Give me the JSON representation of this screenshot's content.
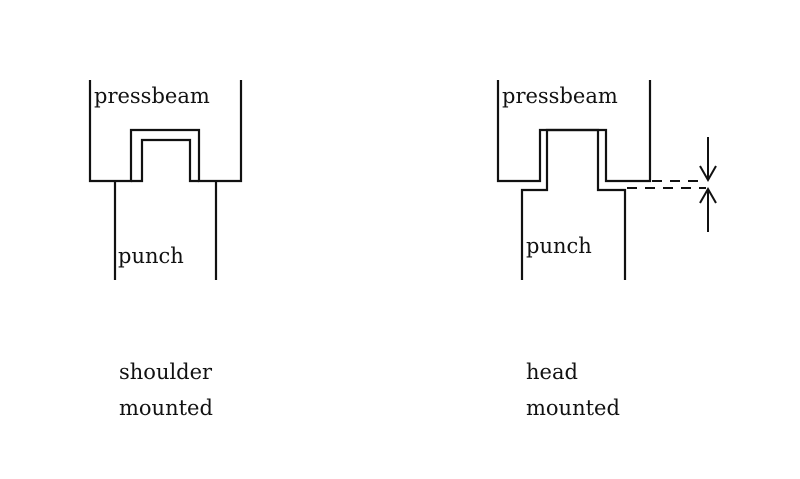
{
  "diagrams": [
    {
      "id": "shoulder",
      "labels": {
        "beam": "pressbeam",
        "punch": "punch"
      },
      "caption": [
        "shoulder",
        "mounted"
      ]
    },
    {
      "id": "head",
      "labels": {
        "beam": "pressbeam",
        "punch": "punch"
      },
      "caption": [
        "head",
        "mounted"
      ],
      "annotation": "gap dimension between pressbeam underside and punch shoulder"
    }
  ],
  "colors": {
    "line": "#111111",
    "background": "#ffffff"
  }
}
